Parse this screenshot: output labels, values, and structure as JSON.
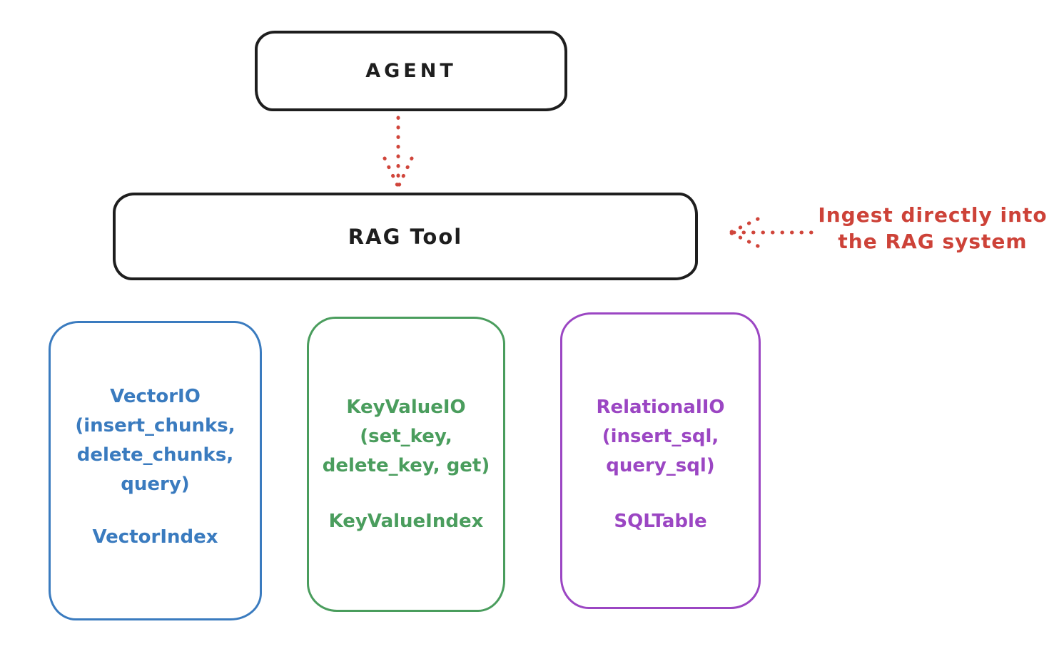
{
  "nodes": {
    "agent": {
      "label": "AGENT"
    },
    "rag_tool": {
      "label": "RAG Tool"
    }
  },
  "annotation": {
    "line1": "Ingest directly into",
    "line2": "the RAG system"
  },
  "backends": [
    {
      "id": "vector-io",
      "color": "#3a7bbf",
      "lines": [
        "VectorIO",
        "(insert_chunks,",
        "delete_chunks,",
        "query)"
      ],
      "index_label": "VectorIndex"
    },
    {
      "id": "keyvalue-io",
      "color": "#4a9d5d",
      "lines": [
        "KeyValueIO",
        "(set_key,",
        "delete_key, get)"
      ],
      "index_label": "KeyValueIndex"
    },
    {
      "id": "relational-io",
      "color": "#9b46c3",
      "lines": [
        "RelationalIO",
        "(insert_sql,",
        "query_sql)"
      ],
      "index_label": "SQLTable"
    }
  ],
  "colors": {
    "node_stroke": "#1e1e1e",
    "arrow_red": "#d0453b",
    "annotation_text": "#cd4238",
    "background": "#ffffff"
  }
}
